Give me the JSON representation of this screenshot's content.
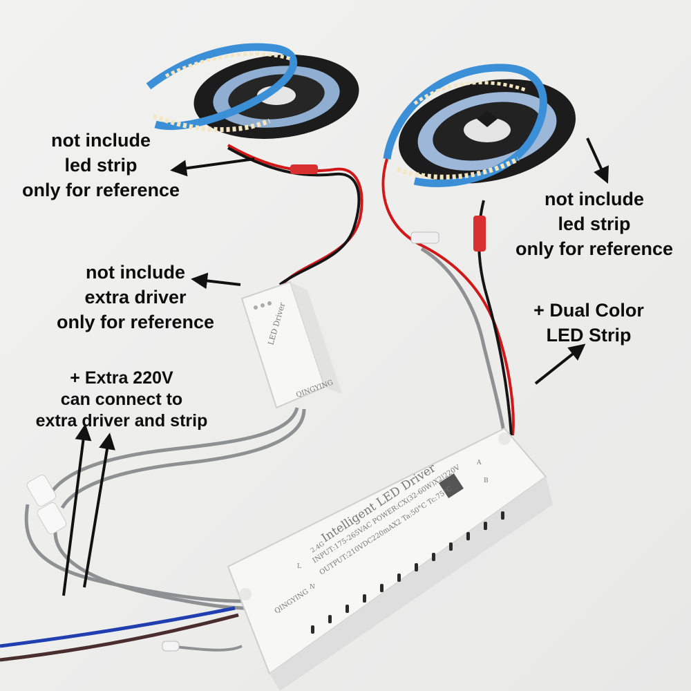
{
  "annotations": {
    "strip_left": [
      "not include",
      "led strip",
      "only for reference"
    ],
    "strip_right": [
      "not include",
      "led strip",
      "only for reference"
    ],
    "extra_driver": [
      "not include",
      "extra driver",
      "only for reference"
    ],
    "dual_color": [
      "+ Dual Color",
      "LED Strip"
    ],
    "extra_220v": [
      "+ Extra 220V",
      "can connect to",
      "extra driver and strip"
    ]
  },
  "main_driver": {
    "title": "Intelligent LED Driver",
    "input": "INPUT:175-265VAC POWER:CX(32-60W)X2|220V",
    "output": "OUTPUT:210VDC220mAX2 Ta:50°C Tc:75°C",
    "brand": "QINGYING",
    "badge": "2.4G",
    "port_a": "A",
    "port_b": "B",
    "port_l": "L",
    "port_n": "N"
  },
  "small_driver": {
    "title": "LED Driver",
    "brand": "QINGYING"
  },
  "colors": {
    "strip_tape": "#3a8fd6",
    "reel": "#1c1c1c",
    "wire_red": "#d01818",
    "wire_black": "#151515",
    "wire_gray": "#8e9092",
    "wire_blue": "#1f3fb0",
    "wire_brown": "#4a2d2d",
    "driver_body": "#f7f7f6",
    "text": "#0d0d0d"
  }
}
